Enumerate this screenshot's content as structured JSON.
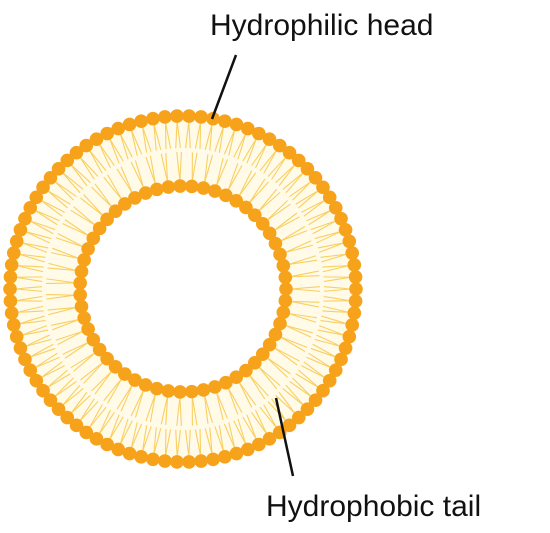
{
  "labels": {
    "head": "Hydrophilic head",
    "tail": "Hydrophobic tail"
  },
  "colors": {
    "head": "#f7a21b",
    "tail": "#f9cf62",
    "tail_fill": "#fffbe8",
    "leader": "#111111"
  },
  "bilayer": {
    "outer_heads": 90,
    "inner_heads": 55
  }
}
